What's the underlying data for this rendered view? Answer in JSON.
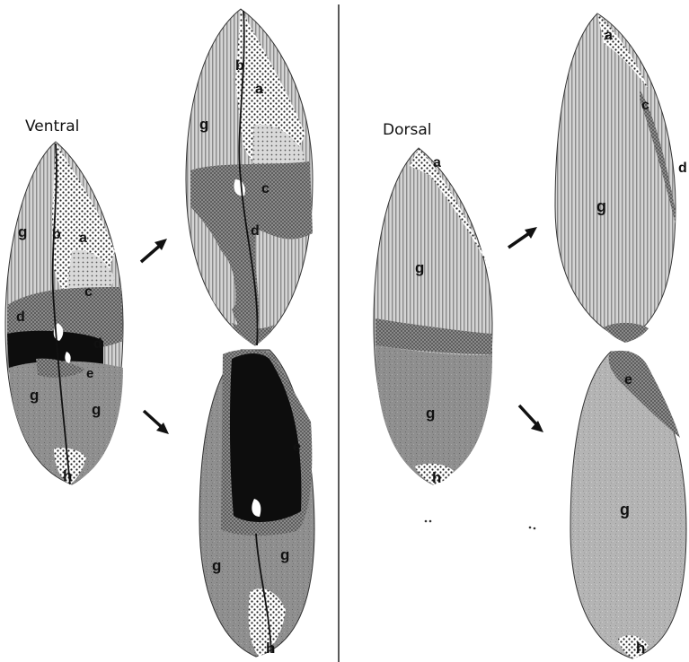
{
  "figure": {
    "ventral_title": "Ventral",
    "dorsal_title": "Dorsal",
    "region_labels": {
      "a": "a",
      "b": "b",
      "c": "c",
      "d": "d",
      "e": "e",
      "g": "g",
      "h": "h"
    }
  },
  "colors": {
    "background": "#ffffff",
    "ink": "#111111",
    "region_g_light": "#c9c9c9",
    "region_g_dark": "#8c8c8c",
    "region_d_mid": "#6e6e6e",
    "region_black": "#0d0d0d"
  }
}
